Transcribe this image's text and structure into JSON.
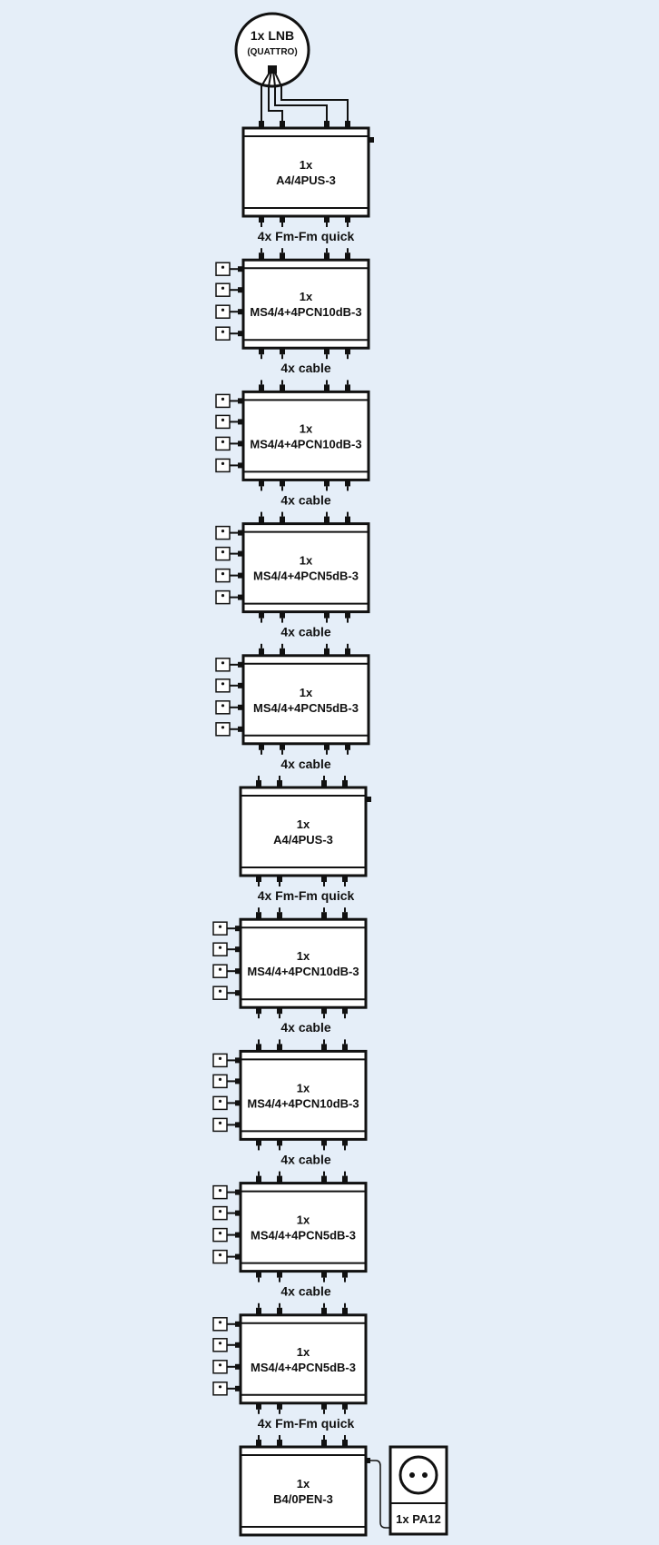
{
  "lnb": {
    "line1": "1x LNB",
    "line2": "(QUATTRO)"
  },
  "components": [
    {
      "qty": "1x",
      "model": "A4/4PUS-3",
      "type": "amplifier",
      "link_below": "4x Fm-Fm quick"
    },
    {
      "qty": "1x",
      "model": "MS4/4+4PCN10dB-3",
      "type": "multiswitch",
      "link_below": "4x cable"
    },
    {
      "qty": "1x",
      "model": "MS4/4+4PCN10dB-3",
      "type": "multiswitch",
      "link_below": "4x cable"
    },
    {
      "qty": "1x",
      "model": "MS4/4+4PCN5dB-3",
      "type": "multiswitch",
      "link_below": "4x cable"
    },
    {
      "qty": "1x",
      "model": "MS4/4+4PCN5dB-3",
      "type": "multiswitch",
      "link_below": "4x cable"
    },
    {
      "qty": "1x",
      "model": "A4/4PUS-3",
      "type": "amplifier",
      "link_below": "4x Fm-Fm quick"
    },
    {
      "qty": "1x",
      "model": "MS4/4+4PCN10dB-3",
      "type": "multiswitch",
      "link_below": "4x cable"
    },
    {
      "qty": "1x",
      "model": "MS4/4+4PCN10dB-3",
      "type": "multiswitch",
      "link_below": "4x cable"
    },
    {
      "qty": "1x",
      "model": "MS4/4+4PCN5dB-3",
      "type": "multiswitch",
      "link_below": "4x cable"
    },
    {
      "qty": "1x",
      "model": "MS4/4+4PCN5dB-3",
      "type": "multiswitch",
      "link_below": "4x Fm-Fm quick"
    },
    {
      "qty": "1x",
      "model": "B4/0PEN-3",
      "type": "terminator",
      "link_below": ""
    }
  ],
  "power_supply": {
    "label": "1x PA12"
  }
}
